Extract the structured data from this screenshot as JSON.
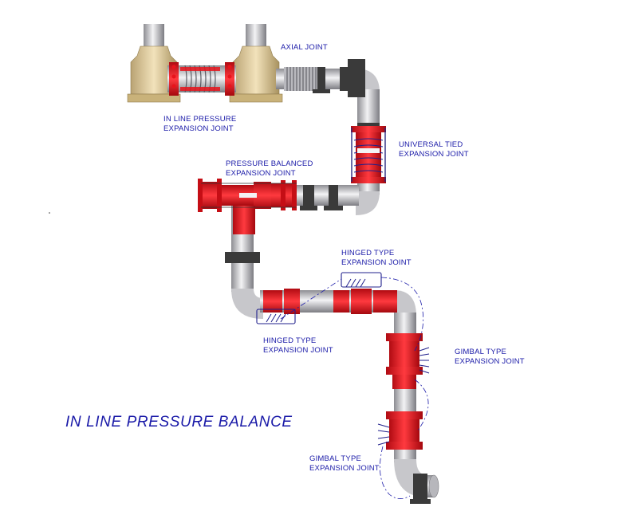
{
  "title": "IN LINE PRESSURE BALANCE",
  "labels": {
    "axial": "AXIAL JOINT",
    "inline_1": "IN LINE PRESSURE",
    "inline_2": "EXPANSION JOINT",
    "universal_1": "UNIVERSAL TIED",
    "universal_2": "EXPANSION JOINT",
    "pressure_balanced_1": "PRESSURE BALANCED",
    "pressure_balanced_2": "EXPANSION JOINT",
    "hinged_top_1": "HINGED TYPE",
    "hinged_top_2": "EXPANSION JOINT",
    "hinged_bottom_1": "HINGED TYPE",
    "hinged_bottom_2": "EXPANSION JOINT",
    "gimbal_right_1": "GIMBAL TYPE",
    "gimbal_right_2": "EXPANSION JOINT",
    "gimbal_bottom_1": "GIMBAL TYPE",
    "gimbal_bottom_2": "EXPANSION JOINT"
  },
  "colors": {
    "pipe": "#d9d9dc",
    "joint_red": "#e8141c",
    "anchor": "#3a3a3a",
    "tank": "#e3cfa2",
    "label": "#1a1aa8"
  }
}
